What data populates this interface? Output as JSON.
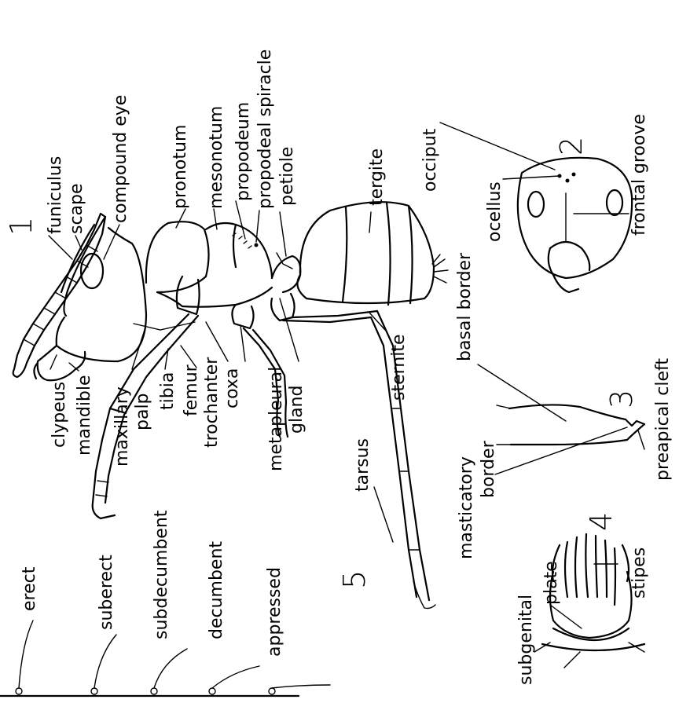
{
  "figure_numbers": [
    "1",
    "2",
    "3",
    "4",
    "5"
  ],
  "labels": {
    "funiculus": "funiculus",
    "scape": "scape",
    "compound_eye": "compound eye",
    "pronotum": "pronotum",
    "mesonotum": "mesonotum",
    "propodeum": "propodeum",
    "propodeal_spiracle": "propodeal spiracle",
    "petiole": "petiole",
    "tergite": "tergite",
    "occiput": "occiput",
    "frontal_groove": "frontal groove",
    "ocellus": "ocellus",
    "clypeus": "clypeus",
    "mandible": "mandible",
    "maxillary": "maxillary",
    "palp": "palp",
    "tibia": "tibia",
    "femur": "femur",
    "trochanter": "trochanter",
    "coxa": "coxa",
    "metapleural": "metapleural",
    "gland": "gland",
    "tarsus": "tarsus",
    "sternite": "sternite",
    "basal_border": "basal border",
    "masticatory": "masticatory",
    "border": "border",
    "preapical_cleft": "preapical cleft",
    "subgenital": "subgenital",
    "plate": "plate",
    "stipes": "stipes",
    "erect": "erect",
    "suberect": "suberect",
    "subdecumbent": "subdecumbent",
    "decumbent": "decumbent",
    "appressed": "appressed"
  }
}
